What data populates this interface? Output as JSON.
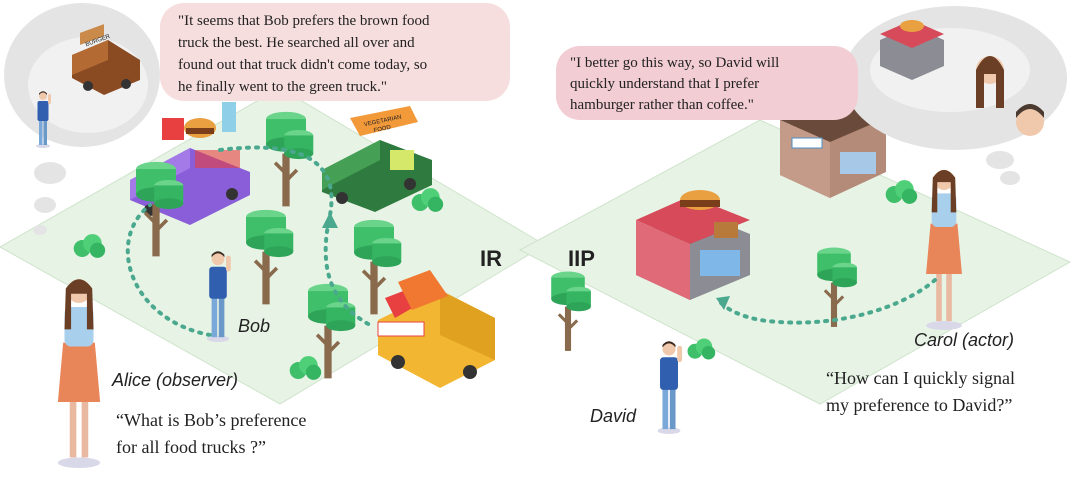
{
  "scenario_labels": {
    "left": "IR",
    "right": "IIP"
  },
  "characters": {
    "alice": "Alice (observer)",
    "bob": "Bob",
    "carol": "Carol (actor)",
    "david": "David"
  },
  "bubbles": {
    "alice_thought": {
      "lines": [
        "\"It seems that Bob prefers the brown food",
        "truck the best. He searched all over and",
        "found out that truck didn't come today, so",
        "he finally went to the green truck.\""
      ]
    },
    "carol_thought": {
      "lines": [
        "\"I better go this way, so David will",
        "quickly understand that I prefer",
        "hamburger rather than coffee.\""
      ]
    }
  },
  "questions": {
    "alice": {
      "lines": [
        "“What is Bob’s preference",
        "for all food trucks ?”"
      ]
    },
    "carol": {
      "lines": [
        "“How can I quickly signal",
        "my preference to David?”"
      ]
    }
  },
  "signs": {
    "green_truck": [
      "VEGETARIAN",
      "FOOD"
    ],
    "brown_truck": "BURGER"
  },
  "colors": {
    "ground": "#e7f3e5",
    "ground_edge": "#cfe4cc",
    "path_dots": "#4aa88e",
    "tree_top": "#3fbf6a",
    "tree_trunk": "#8a6a4c",
    "bubble_pink": "#f7dede",
    "bubble_pink2": "#f2cdd3",
    "thought_gray": "#e4e4e4"
  }
}
